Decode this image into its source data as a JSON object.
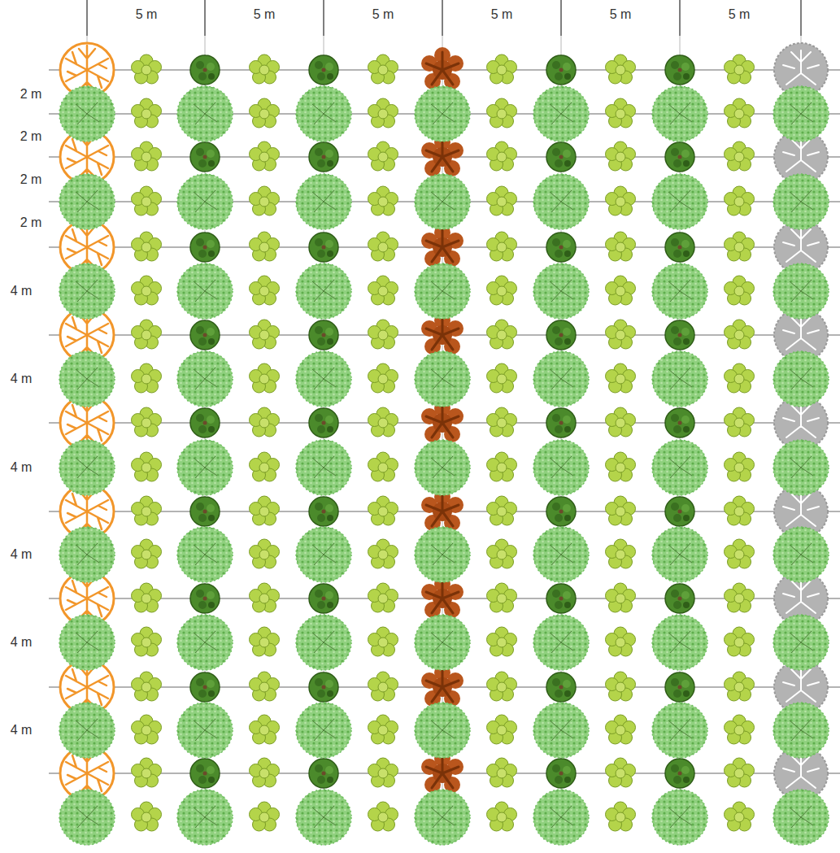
{
  "diagram": {
    "labels": [
      "5 m",
      "5 m",
      "5 m",
      "5 m",
      "5 m",
      "5 m",
      "2 m",
      "2 m",
      "2 m",
      "2 m",
      "4 m",
      "4 m",
      "4 m",
      "4 m",
      "4 m",
      "4 m"
    ]
  }
}
